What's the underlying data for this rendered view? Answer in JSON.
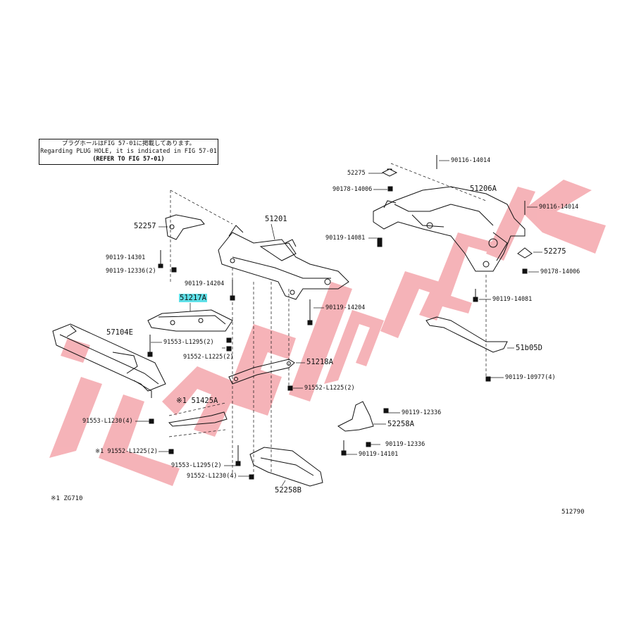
{
  "note": {
    "line1": "プラグホールはFIG 57-01に掲載してあります。",
    "line2": "Regarding PLUG HOLE, it is indicated in FIG 57-01",
    "line3": "(REFER TO FIG 57-01)"
  },
  "watermark_color": "#f4a6ac",
  "highlight_color": "#5fe0e8",
  "labels": {
    "p52275_top": "52275",
    "p90116_14014_top": "90116-14014",
    "p90178_14006_top": "90178-14006",
    "p51206A": "51206A",
    "p90116_14014_mid": "90116-14014",
    "p52257": "52257",
    "p51201": "51201",
    "p90119_14081_left": "90119-14081",
    "p52275_right": "52275",
    "p90119_14301": "90119-14301",
    "p90119_12336_2": "90119-12336(2)",
    "p90178_14006_right": "90178-14006",
    "p90119_14204_left": "90119-14204",
    "p51217A": "51217A",
    "p90119_14081_right": "90119-14081",
    "p90119_14204_right": "90119-14204",
    "p57104E": "57104E",
    "p91553_L1295_2_a": "91553-L1295(2)",
    "p91552_L1225_2_a": "91552-L1225(2)",
    "p51b05D": "51b05D",
    "p51218A": "51218A",
    "p90119_10977_4": "90119-10977(4)",
    "p91552_L1225_2_b": "91552-L1225(2)",
    "p51425A": "※1 51425A",
    "p90119_12336_a": "90119-12336",
    "p91553_L1230_4": "91553-L1230(4)",
    "p52258A": "52258A",
    "p90119_12336_b": "90119-12336",
    "p91552_L1225_2_c": "※1 91552-L1225(2)",
    "p90119_14101": "90119-14101",
    "p91553_L1295_2_b": "91553-L1295(2)",
    "p91552_L1230_4": "91552-L1230(4)",
    "p52258B": "52258B",
    "corner_left": "※1 ZG710",
    "corner_right": "512790"
  }
}
